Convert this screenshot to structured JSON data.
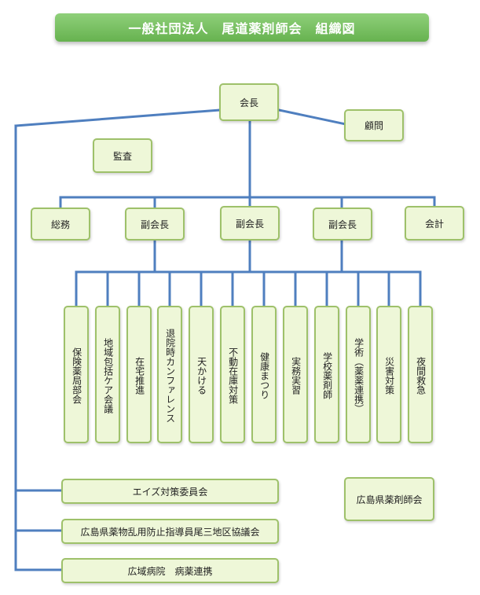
{
  "title": "一般社団法人　尾道薬剤師会　組織図",
  "nodes": {
    "chairman": "会長",
    "advisor": "顧問",
    "auditor": "監査",
    "general_affairs": "総務",
    "vice_chairs": [
      "副会長",
      "副会長",
      "副会長"
    ],
    "accounting": "会計",
    "committees": [
      "保険薬局部会",
      "地域包括ケア会議",
      "在宅推進",
      "退院時カンファレンス",
      "天かける",
      "不動在庫対策",
      "健康まつり",
      "実務実習",
      "学校薬剤師",
      "学術（薬薬連携）",
      "災害対策",
      "夜間救急"
    ],
    "left_groups": [
      "エイズ対策委員会",
      "広島県薬物乱用防止指導員尾三地区協議会",
      "広域病院　病薬連携"
    ],
    "prefecture": "広島県薬剤師会"
  },
  "colors": {
    "line": "#4f7fbf",
    "box_fill": "#eef7d8",
    "box_border": "#9ec16a",
    "title_fill": "#73bb5a",
    "title_text": "#ffffff"
  }
}
